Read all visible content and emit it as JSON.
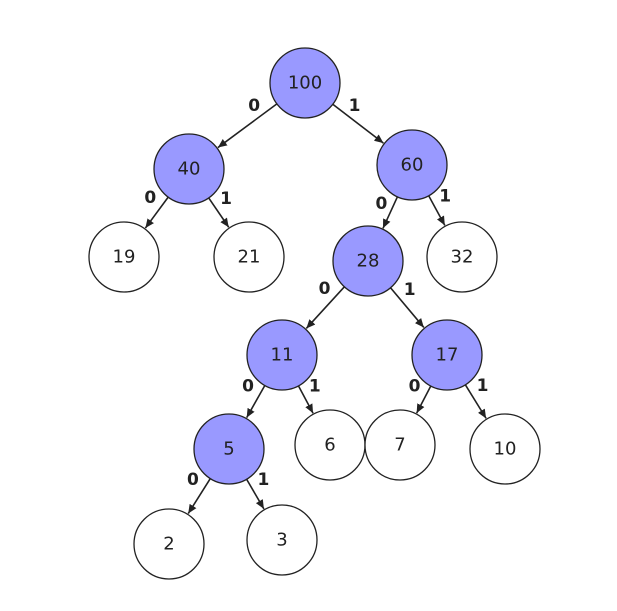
{
  "colors": {
    "internal_fill": "#9999ff",
    "leaf_fill": "#ffffff",
    "stroke": "#222222"
  },
  "nodes": [
    {
      "id": "n100",
      "label": "100",
      "kind": "internal"
    },
    {
      "id": "n40",
      "label": "40",
      "kind": "internal"
    },
    {
      "id": "n60",
      "label": "60",
      "kind": "internal"
    },
    {
      "id": "n19",
      "label": "19",
      "kind": "leaf"
    },
    {
      "id": "n21",
      "label": "21",
      "kind": "leaf"
    },
    {
      "id": "n28",
      "label": "28",
      "kind": "internal"
    },
    {
      "id": "n32",
      "label": "32",
      "kind": "leaf"
    },
    {
      "id": "n11",
      "label": "11",
      "kind": "internal"
    },
    {
      "id": "n17",
      "label": "17",
      "kind": "internal"
    },
    {
      "id": "n5",
      "label": "5",
      "kind": "internal"
    },
    {
      "id": "n6",
      "label": "6",
      "kind": "leaf"
    },
    {
      "id": "n7",
      "label": "7",
      "kind": "leaf"
    },
    {
      "id": "n10",
      "label": "10",
      "kind": "leaf"
    },
    {
      "id": "n2",
      "label": "2",
      "kind": "leaf"
    },
    {
      "id": "n3",
      "label": "3",
      "kind": "leaf"
    }
  ],
  "edges": [
    {
      "from": "n100",
      "to": "n40",
      "label": "0"
    },
    {
      "from": "n100",
      "to": "n60",
      "label": "1"
    },
    {
      "from": "n40",
      "to": "n19",
      "label": "0"
    },
    {
      "from": "n40",
      "to": "n21",
      "label": "1"
    },
    {
      "from": "n60",
      "to": "n28",
      "label": "0"
    },
    {
      "from": "n60",
      "to": "n32",
      "label": "1"
    },
    {
      "from": "n28",
      "to": "n11",
      "label": "0"
    },
    {
      "from": "n28",
      "to": "n17",
      "label": "1"
    },
    {
      "from": "n11",
      "to": "n5",
      "label": "0"
    },
    {
      "from": "n11",
      "to": "n6",
      "label": "1"
    },
    {
      "from": "n17",
      "to": "n7",
      "label": "0"
    },
    {
      "from": "n17",
      "to": "n10",
      "label": "1"
    },
    {
      "from": "n5",
      "to": "n2",
      "label": "0"
    },
    {
      "from": "n5",
      "to": "n3",
      "label": "1"
    }
  ]
}
